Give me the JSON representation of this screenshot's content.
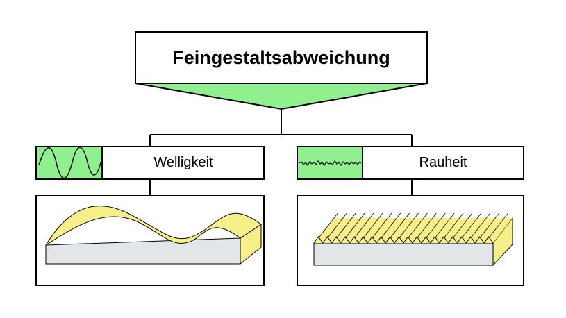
{
  "root": {
    "title": "Feingestaltsabweichung"
  },
  "branches": [
    {
      "label": "Welligkeit"
    },
    {
      "label": "Rauheit"
    }
  ],
  "colors": {
    "green": "#90f090",
    "yellow": "#f7f08a",
    "surface_side": "#e2e6e8",
    "stroke": "#000000"
  }
}
